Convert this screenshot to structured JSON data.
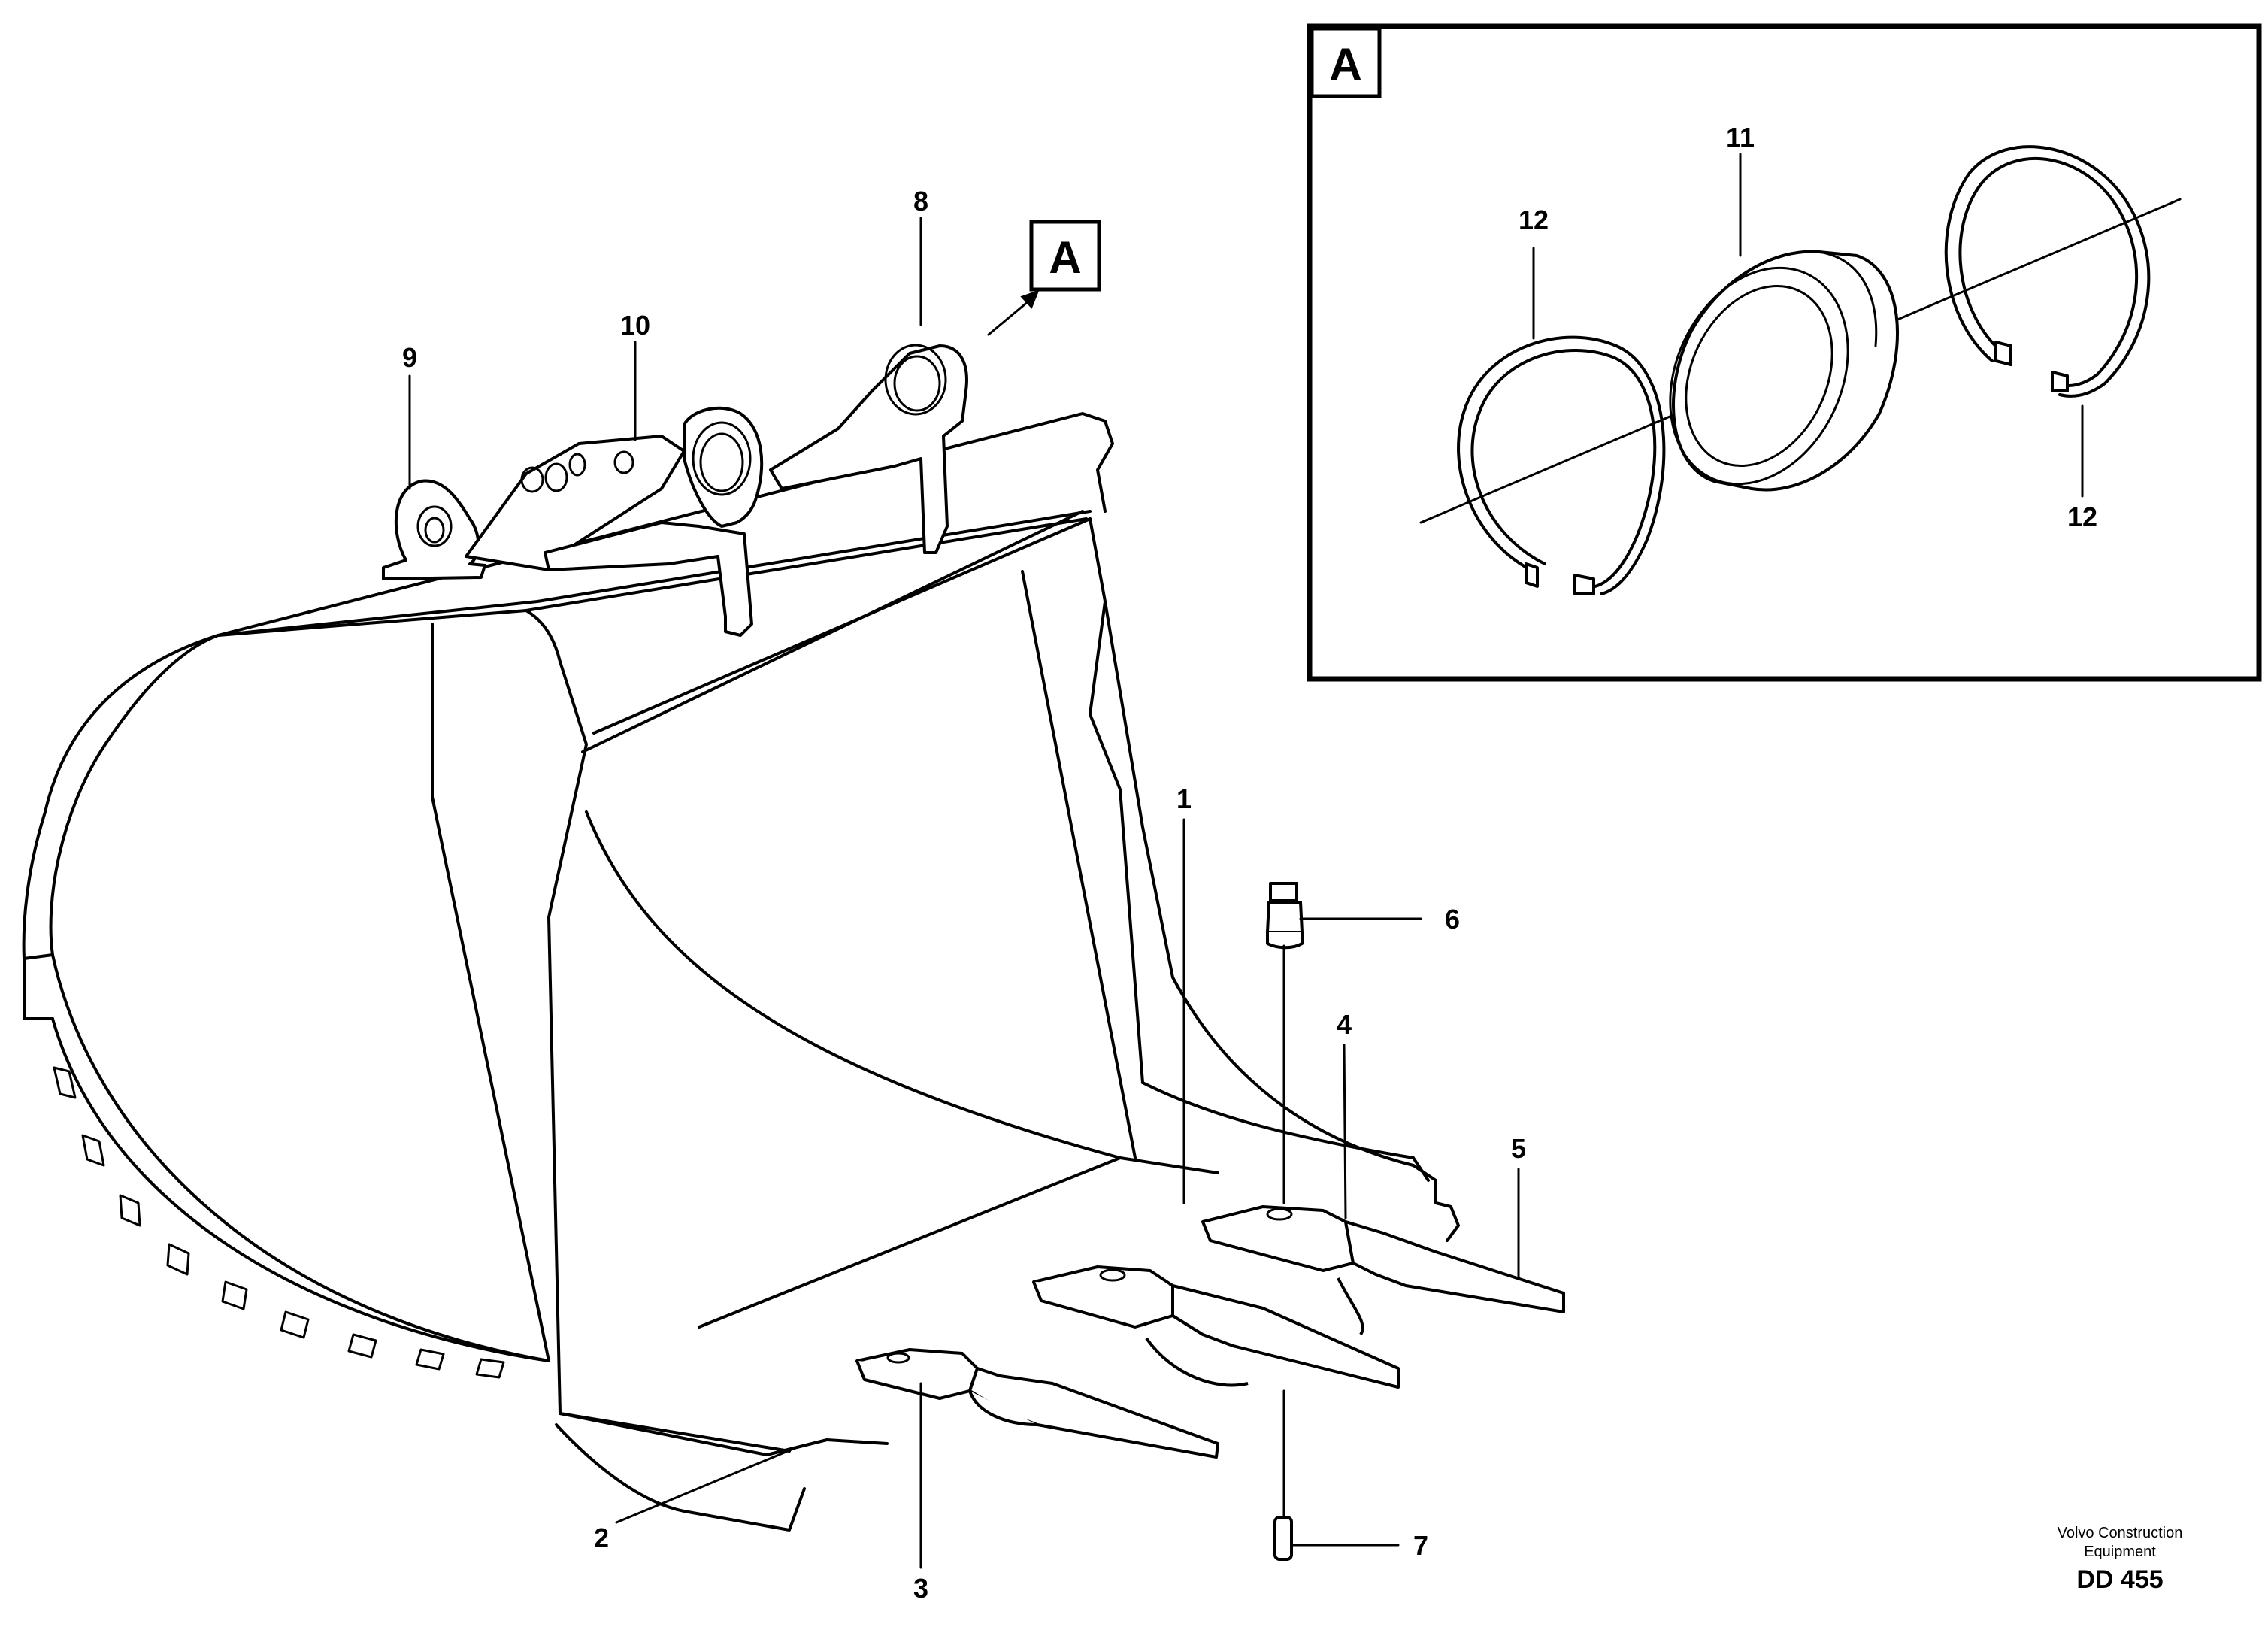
{
  "callouts": {
    "c1": "1",
    "c2": "2",
    "c3": "3",
    "c4": "4",
    "c5": "5",
    "c6": "6",
    "c7": "7",
    "c8": "8",
    "c9": "9",
    "c10": "10",
    "c11": "11",
    "c12_left": "12",
    "c12_right": "12"
  },
  "detail_reference": {
    "marker_letter": "A",
    "inset_letter": "A"
  },
  "footer": {
    "credit_line_1": "Volvo Construction",
    "credit_line_2": "Equipment",
    "drawing_code": "DD 455"
  }
}
